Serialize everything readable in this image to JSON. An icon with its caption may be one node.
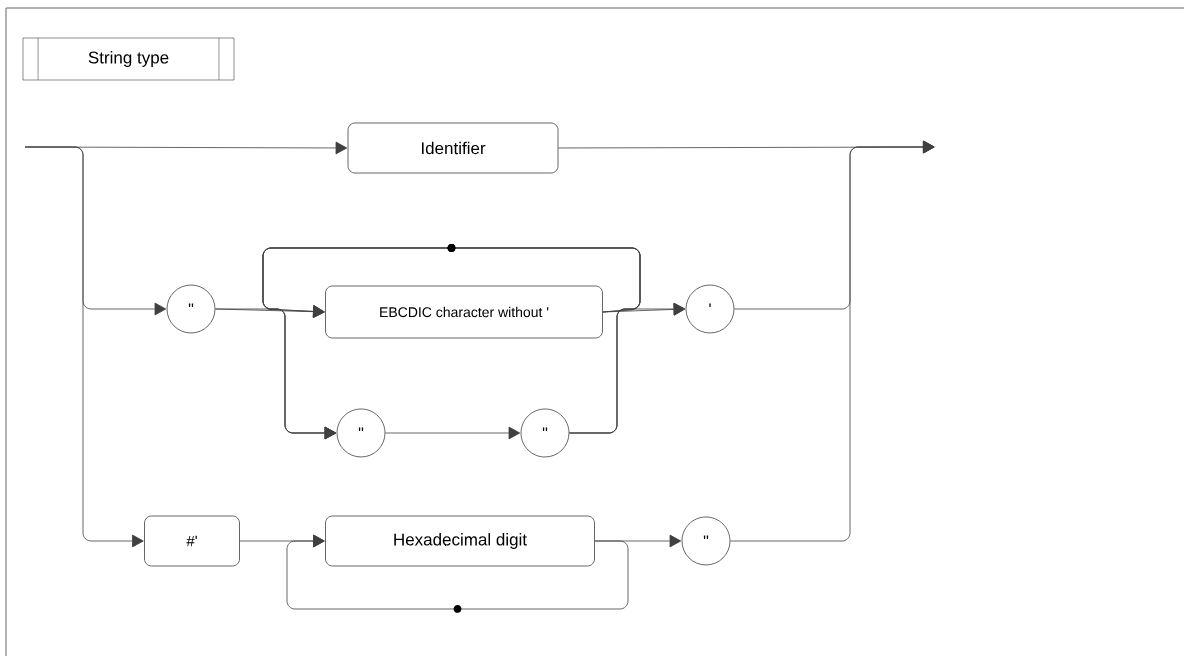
{
  "diagram": {
    "title": "String type",
    "nodes": [
      {
        "text": [
          "Identifier"
        ]
      },
      {
        "text": [
          "\""
        ]
      },
      {
        "text": [
          "EBCDIC character without '"
        ]
      },
      {
        "text": [
          "\""
        ]
      },
      {
        "text": [
          "\""
        ]
      },
      {
        "text": [
          "'"
        ]
      },
      {
        "text": [
          "#'"
        ]
      },
      {
        "text": [
          "Hexadecimal digit"
        ]
      },
      {
        "text": [
          "\""
        ]
      }
    ],
    "edges": [
      {
        "from": null,
        "to": 0,
        "arrow": "to"
      },
      {
        "from": null,
        "to": 1,
        "arrow": "to"
      },
      {
        "from": null,
        "to": 6,
        "arrow": "to"
      },
      {
        "from": 0,
        "to": null,
        "arrow": "to"
      },
      {
        "from": 1,
        "to": 2,
        "arrow": "to"
      },
      {
        "from": 1,
        "to": 3,
        "arrow": "to"
      },
      {
        "from": 3,
        "to": 4,
        "arrow": "to"
      },
      {
        "from": 2,
        "to": 5,
        "arrow": "to"
      },
      {
        "from": 4,
        "to": 5,
        "arrow": "to"
      },
      {
        "from": 2,
        "to": 2,
        "arrow": "to"
      },
      {
        "from": 2,
        "to": 3,
        "arrow": "to"
      },
      {
        "from": 4,
        "to": 2,
        "arrow": "to"
      },
      {
        "from": 4,
        "to": 3,
        "arrow": "to"
      },
      {
        "from": 5,
        "to": null,
        "arrow": "to"
      },
      {
        "from": 6,
        "to": 7,
        "arrow": "to"
      },
      {
        "from": 7,
        "to": 7,
        "arrow": "to"
      },
      {
        "from": 7,
        "to": 8,
        "arrow": "to"
      },
      {
        "from": 8,
        "to": null,
        "arrow": "to"
      }
    ]
  }
}
